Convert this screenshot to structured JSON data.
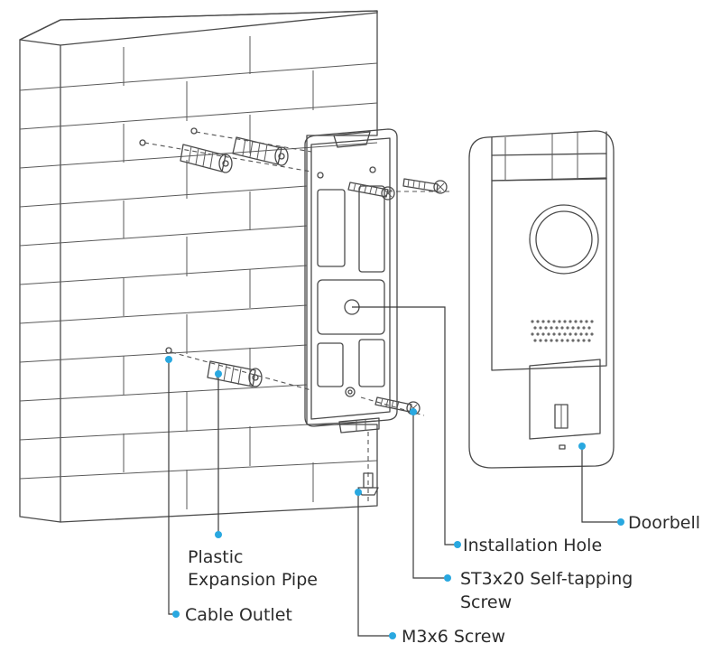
{
  "labels": {
    "doorbell": "Doorbell",
    "installation_hole": "Installation Hole",
    "self_tapping_line1": "ST3x20 Self-tapping",
    "self_tapping_line2": "Screw",
    "expansion_line1": "Plastic",
    "expansion_line2": "Expansion Pipe",
    "cable_outlet": "Cable Outlet",
    "m3x6": "M3x6 Screw"
  },
  "colors": {
    "line": "#4a4a4a",
    "fill": "#ffffff",
    "shade": "#e6e6e6",
    "accent": "#29a8e0"
  }
}
